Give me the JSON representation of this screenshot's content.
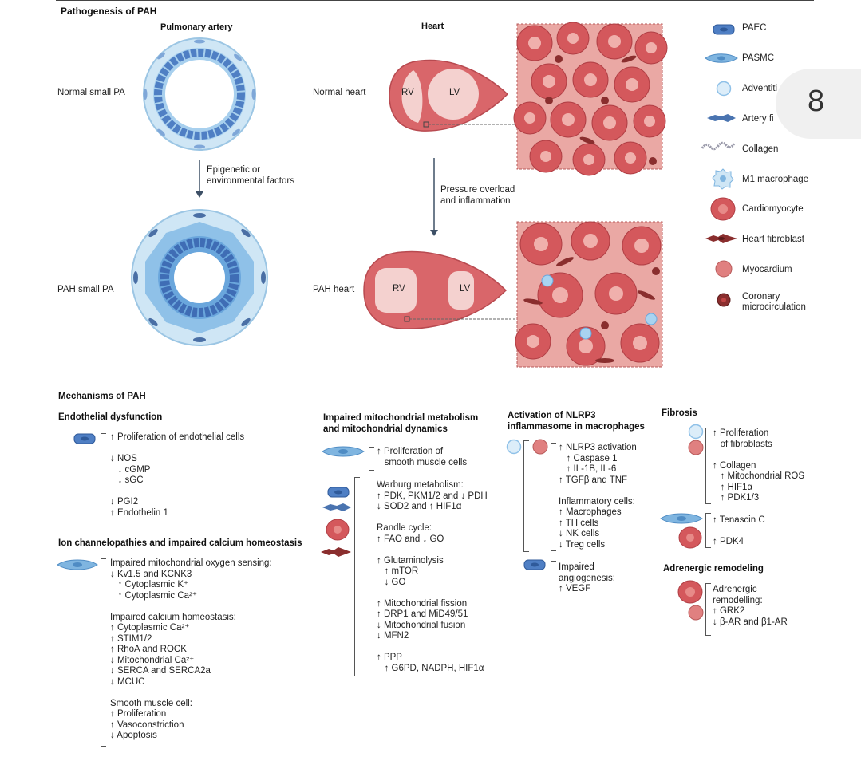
{
  "header": {
    "title": "Pathogenesis of PAH"
  },
  "top": {
    "col_pulmonary": "Pulmonary artery",
    "col_heart": "Heart",
    "normal_pa": "Normal small PA",
    "pah_pa": "PAH small PA",
    "normal_heart": "Normal heart",
    "pah_heart": "PAH heart",
    "arrow1_text": "Epigenetic or\nenvironmental factors",
    "arrow2_text": "Pressure overload\nand inflammation",
    "rv": "RV",
    "lv": "LV"
  },
  "legend": {
    "items": [
      {
        "label": "PAEC",
        "icon": "paec-icon"
      },
      {
        "label": "PASMC",
        "icon": "pasmc-icon"
      },
      {
        "label": "Adventiti",
        "icon": "adventitial-cell-icon"
      },
      {
        "label": "Artery fi",
        "icon": "artery-fibroblast-icon"
      },
      {
        "label": "Collagen",
        "icon": "collagen-icon"
      },
      {
        "label": "M1 macrophage",
        "icon": "m1-macrophage-icon"
      },
      {
        "label": "Cardiomyocyte",
        "icon": "cardiomyocyte-icon"
      },
      {
        "label": "Heart fibroblast",
        "icon": "heart-fibroblast-icon"
      },
      {
        "label": "Myocardium",
        "icon": "myocardium-icon"
      },
      {
        "label": "Coronary\nmicrocirculation",
        "icon": "coronary-microcirculation-icon"
      }
    ]
  },
  "page_badge": "8",
  "mechanisms": {
    "title": "Mechanisms of PAH",
    "endothelial": {
      "title": "Endothelial dysfunction",
      "text": "↑ Proliferation of endothelial cells\n\n↓ NOS\n   ↓ cGMP\n   ↓ sGC\n\n↓ PGI2\n↑ Endothelin 1"
    },
    "ion": {
      "title": "Ion channelopathies and impaired calcium homeostasis",
      "text": "Impaired mitochondrial oxygen sensing:\n↓ Kv1.5 and KCNK3\n   ↑ Cytoplasmic K⁺\n   ↑ Cytoplasmic Ca²⁺\n\nImpaired calcium homeostasis:\n↑ Cytoplasmic Ca²⁺\n↑ STIM1/2\n↑ RhoA and ROCK\n↓ Mitochondrial Ca²⁺\n↓ SERCA and SERCA2a\n↓ MCUC\n\nSmooth muscle cell:\n↑ Proliferation\n↑ Vasoconstriction\n↓ Apoptosis"
    },
    "mito": {
      "title": "Impaired mitochondrial metabolism\nand mitochondrial dynamics",
      "text1": "↑ Proliferation of\n   smooth muscle cells",
      "text2": "Warburg metabolism:\n↑ PDK, PKM1/2 and ↓ PDH\n↓ SOD2 and ↑ HIF1α\n\nRandle cycle:\n↑ FAO and ↓ GO\n\n↑ Glutaminolysis\n   ↑ mTOR\n   ↓ GO\n\n↑ Mitochondrial fission\n↑ DRP1 and MiD49/51\n↓ Mitochondrial fusion\n↓ MFN2\n\n↑ PPP\n   ↑ G6PD, NADPH, HIF1α"
    },
    "nlrp3": {
      "title": "Activation of NLRP3\ninflammasome in macrophages",
      "text1": "↑ NLRP3 activation\n   ↑ Caspase 1\n   ↑ IL-1B, IL-6\n↑ TGFβ and TNF\n\nInflammatory cells:\n↑ Macrophages\n↑ TH cells\n↓ NK cells\n↓ Treg cells",
      "text2": "Impaired\nangiogenesis:\n↑ VEGF"
    },
    "fibrosis": {
      "title": "Fibrosis",
      "text1": "↑ Proliferation\n   of fibroblasts\n\n↑ Collagen\n   ↑ Mitochondrial ROS\n   ↑ HIF1α\n   ↑ PDK1/3",
      "text2": "↑ Tenascin C\n\n↑ PDK4"
    },
    "adrenergic": {
      "title": "Adrenergic remodeling",
      "text": "Adrenergic\nremodelling:\n↑ GRK2\n↓ β-AR and β1-AR"
    }
  },
  "colors": {
    "paec": "#4f7fc4",
    "pasmc": "#7fb5e0",
    "myocardium": "#d8666a",
    "cardiomyocyte": "#c84a4e",
    "fibroblast": "#8a2e2e"
  }
}
